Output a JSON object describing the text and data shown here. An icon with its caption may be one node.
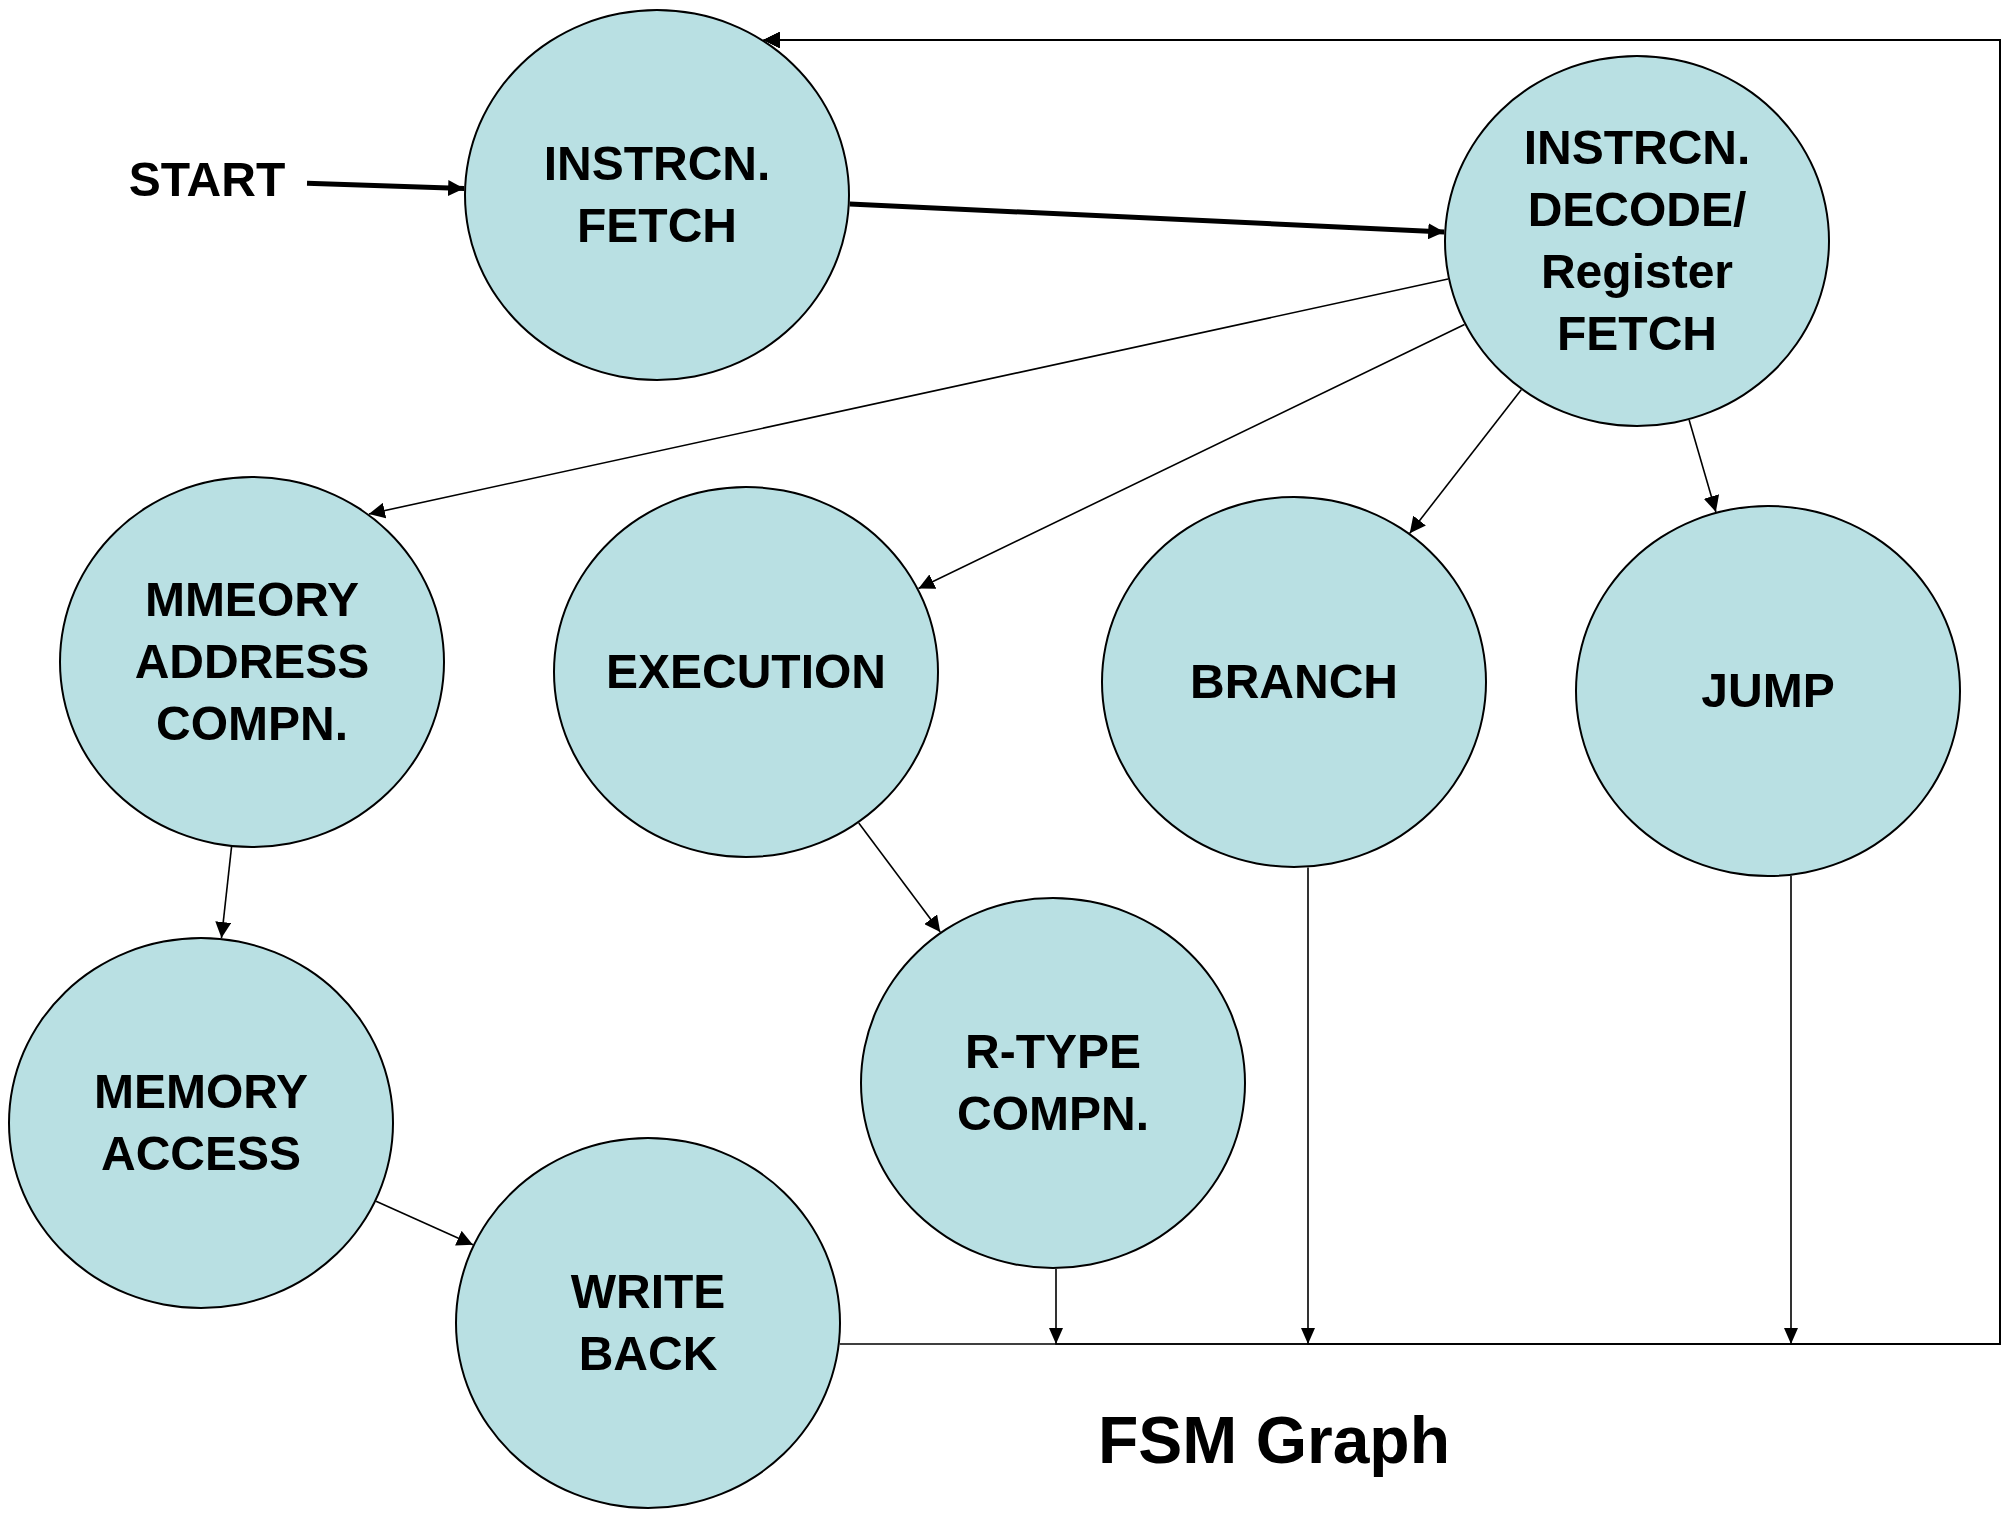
{
  "diagram": {
    "caption": "FSM Graph",
    "nodes": [
      {
        "text": [
          "START"
        ]
      },
      {
        "text": [
          "INSTRCN. FETCH"
        ]
      },
      {
        "text": [
          "INSTRCN. DECODE/ Register FETCH"
        ]
      },
      {
        "text": [
          "MMEORY ADDRESS COMPN."
        ]
      },
      {
        "text": [
          "EXECUTION"
        ]
      },
      {
        "text": [
          "BRANCH"
        ]
      },
      {
        "text": [
          "JUMP"
        ]
      },
      {
        "text": [
          "MEMORY ACCESS"
        ]
      },
      {
        "text": [
          "R-TYPE COMPN."
        ]
      },
      {
        "text": [
          "WRITE BACK"
        ]
      }
    ],
    "edges": [
      {
        "from": 0,
        "to": 1,
        "arrow": "to",
        "style": "thick"
      },
      {
        "from": 1,
        "to": 2,
        "arrow": "to",
        "style": "thick"
      },
      {
        "from": 2,
        "to": 3,
        "arrow": "to"
      },
      {
        "from": 2,
        "to": 4,
        "arrow": "to"
      },
      {
        "from": 2,
        "to": 5,
        "arrow": "to"
      },
      {
        "from": 2,
        "to": 6,
        "arrow": "to"
      },
      {
        "from": 3,
        "to": 7,
        "arrow": "to"
      },
      {
        "from": 4,
        "to": 8,
        "arrow": "to"
      },
      {
        "from": 7,
        "to": 9,
        "arrow": "to"
      },
      {
        "from": 9,
        "to": 1,
        "arrow": "to"
      },
      {
        "from": 8,
        "to": 1,
        "arrow": "to"
      },
      {
        "from": 5,
        "to": 1,
        "arrow": "to"
      },
      {
        "from": 6,
        "to": 1,
        "arrow": "to"
      }
    ]
  }
}
